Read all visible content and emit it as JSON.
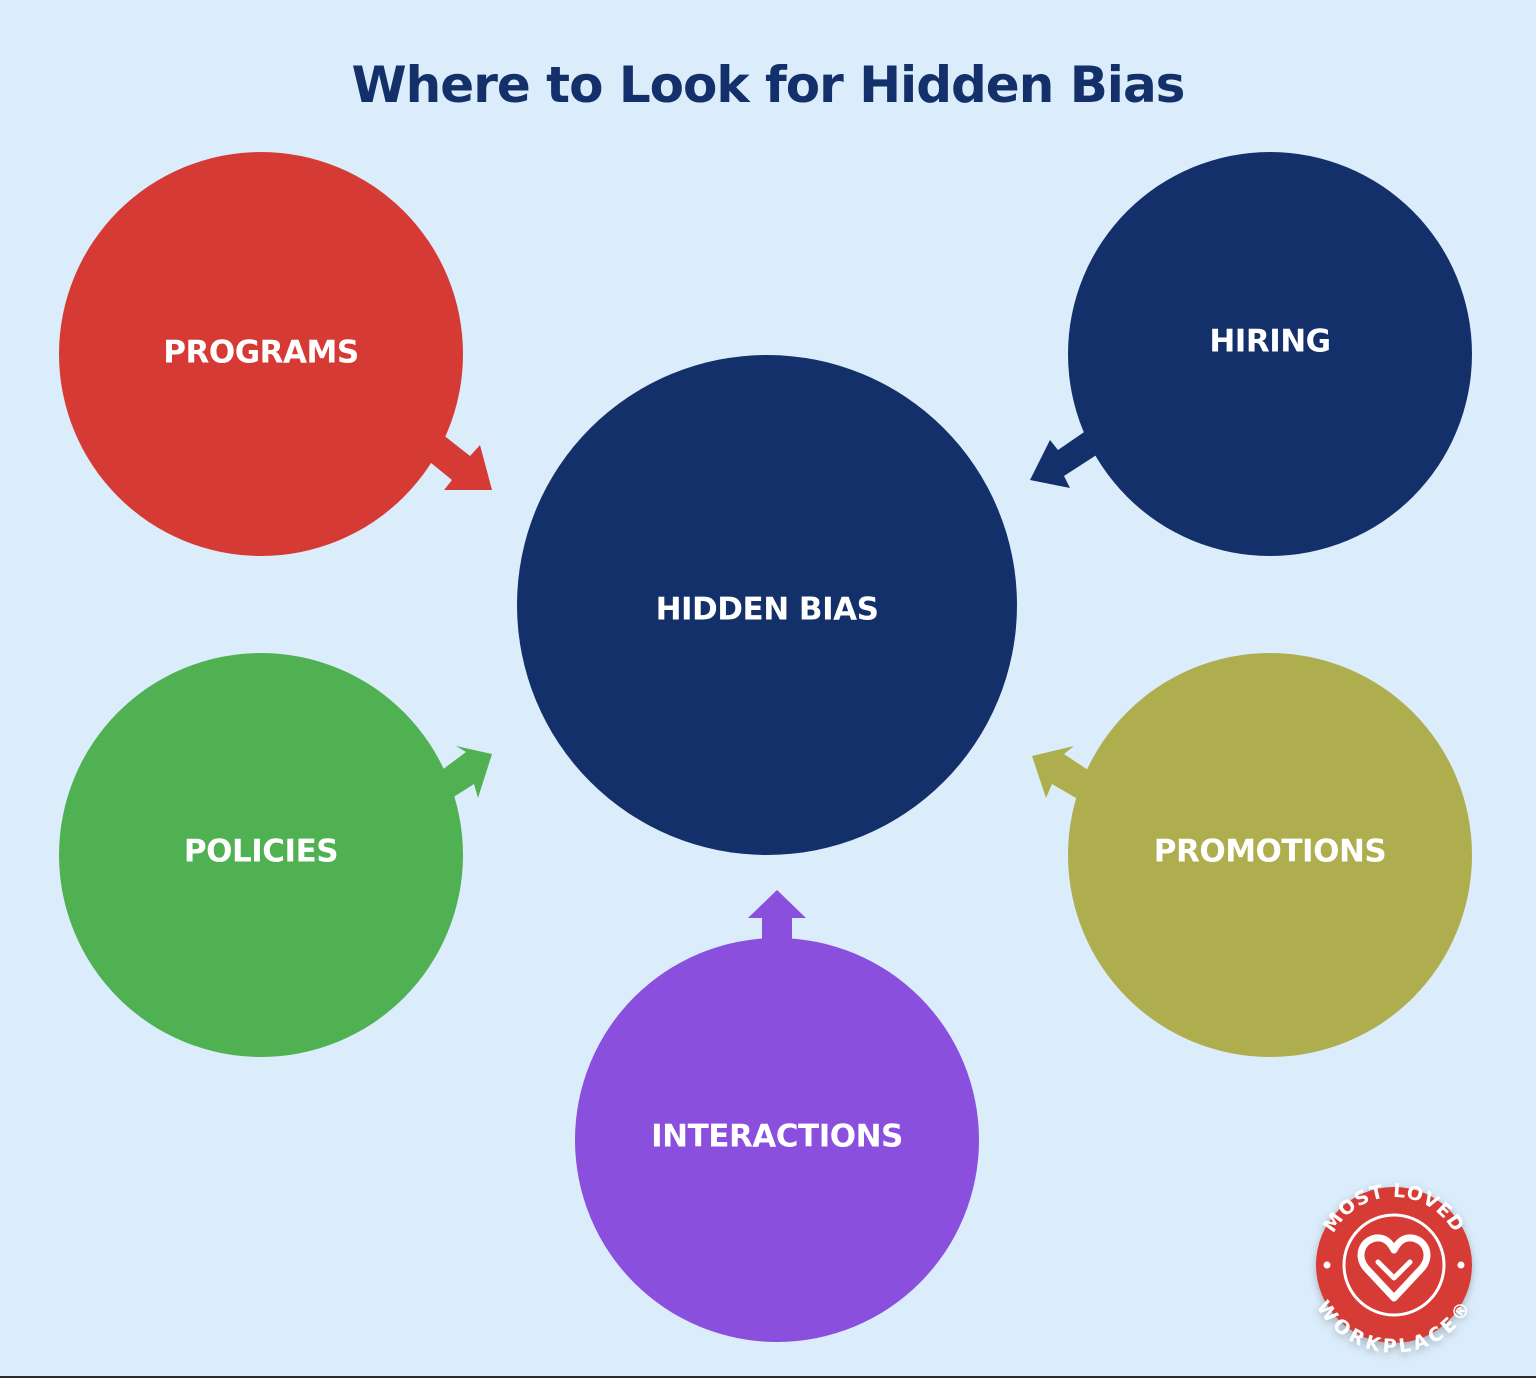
{
  "title": "Where to Look for Hidden Bias",
  "colors": {
    "background": "#dbecfb",
    "title": "#14306a",
    "navy": "#14306a",
    "red": "#d63a34",
    "green": "#50b153",
    "purple": "#8a4fdc",
    "olive": "#afae4e",
    "badge": "#d63a34",
    "label": "#ffffff"
  },
  "nodes": {
    "center": {
      "label": "HIDDEN BIAS"
    },
    "programs": {
      "label": "PROGRAMS"
    },
    "hiring": {
      "label": "HIRING"
    },
    "policies": {
      "label": "POLICIES"
    },
    "promotions": {
      "label": "PROMOTIONS"
    },
    "interactions": {
      "label": "INTERACTIONS"
    }
  },
  "badge": {
    "top_text": "MOST LOVED",
    "bottom_text": "WORKPLACE®",
    "icon": "heart-icon"
  }
}
